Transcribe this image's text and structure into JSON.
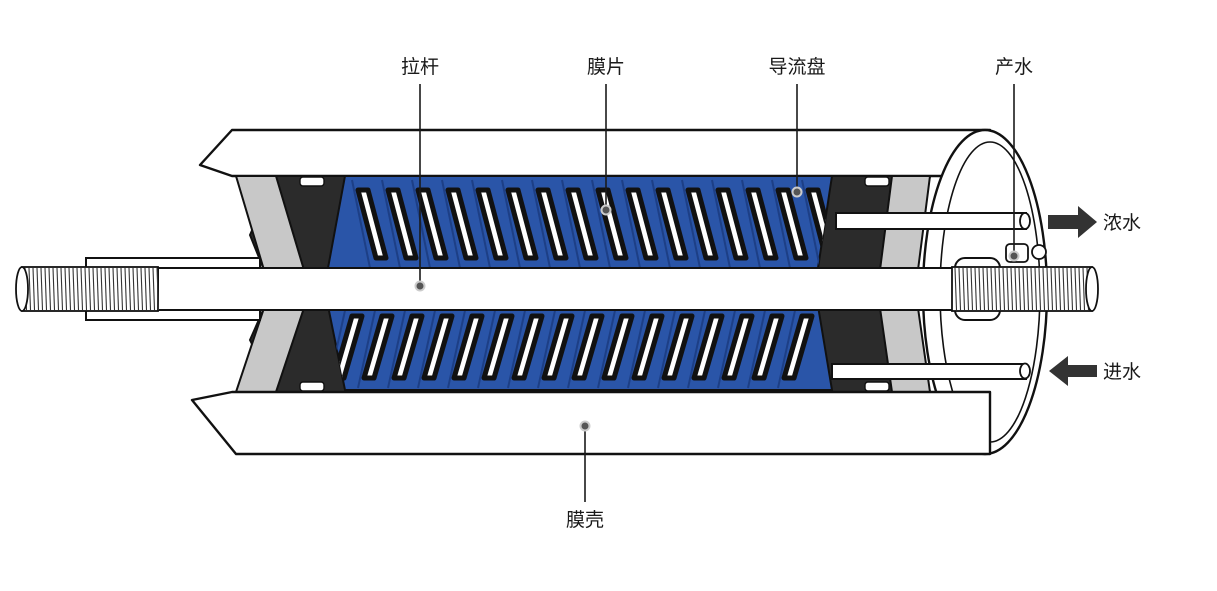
{
  "labels": {
    "tie_rod": "拉杆",
    "membrane_sheet": "膜片",
    "flow_disc": "导流盘",
    "permeate": "产水",
    "concentrate": "浓水",
    "feed": "进水",
    "membrane_shell": "膜壳"
  },
  "colors": {
    "membrane_blue": "#2a55a8",
    "membrane_blue_dark": "#1d3f86",
    "core_dark": "#2b2b2b",
    "end_grey": "#c8c8c8",
    "shell_white": "#ffffff",
    "arrow_dark": "#333333",
    "outline": "#111111"
  },
  "icons": {
    "concentrate_outlet": "arrow-right-icon",
    "feed_inlet": "arrow-left-icon"
  }
}
